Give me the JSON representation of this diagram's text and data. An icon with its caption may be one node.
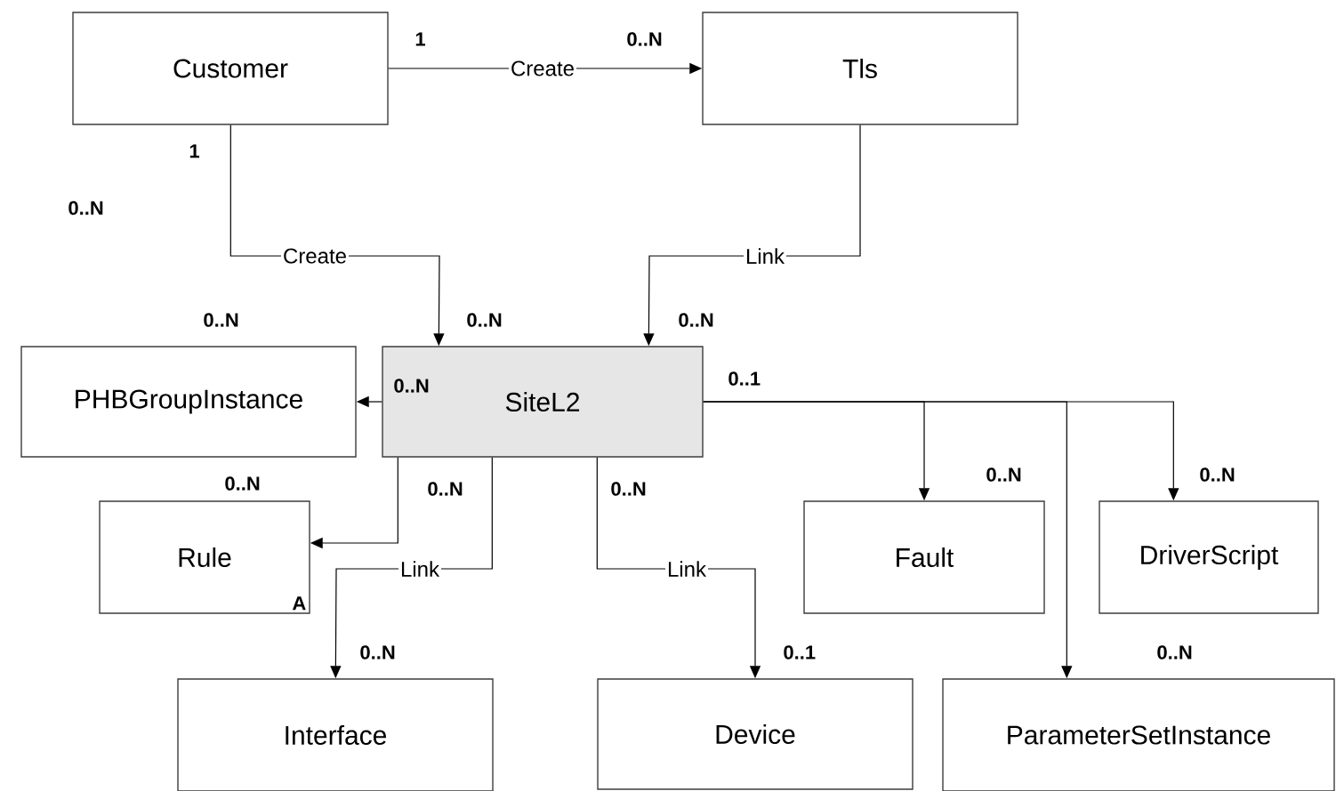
{
  "diagram": {
    "nodes": [
      {
        "text": [
          "Customer"
        ]
      },
      {
        "text": [
          "Tls"
        ]
      },
      {
        "text": [
          "SiteL2"
        ]
      },
      {
        "text": [
          "PHBGroupInstance"
        ]
      },
      {
        "text": [
          "Rule",
          "A"
        ]
      },
      {
        "text": [
          "Interface"
        ]
      },
      {
        "text": [
          "Device"
        ]
      },
      {
        "text": [
          "Fault"
        ]
      },
      {
        "text": [
          "DriverScript"
        ]
      },
      {
        "text": [
          "ParameterSetInstance"
        ]
      }
    ],
    "edges": [
      {
        "from": 0,
        "to": 1,
        "arrow": "to",
        "label": "Create"
      },
      {
        "from": 0,
        "to": 2,
        "arrow": "to",
        "label": "Create"
      },
      {
        "from": 1,
        "to": 2,
        "arrow": "to",
        "label": "Link"
      },
      {
        "from": 2,
        "to": 3,
        "arrow": "to"
      },
      {
        "from": 2,
        "to": 4,
        "arrow": "to"
      },
      {
        "from": 2,
        "to": 5,
        "arrow": "to",
        "label": "Link"
      },
      {
        "from": 2,
        "to": 6,
        "arrow": "to",
        "label": "Link"
      },
      {
        "from": 2,
        "to": 7,
        "arrow": "to"
      },
      {
        "from": 2,
        "to": 8,
        "arrow": "to"
      },
      {
        "from": 2,
        "to": 9,
        "arrow": "to"
      }
    ],
    "labels": [
      "1",
      "0..N",
      "1",
      "0..N",
      "0..N",
      "0..N",
      "0..N",
      "0..1",
      "0..N",
      "0..N",
      "0..N",
      "0..N",
      "0..N",
      "0..N",
      "0..N",
      "0..1",
      "0..N"
    ]
  }
}
